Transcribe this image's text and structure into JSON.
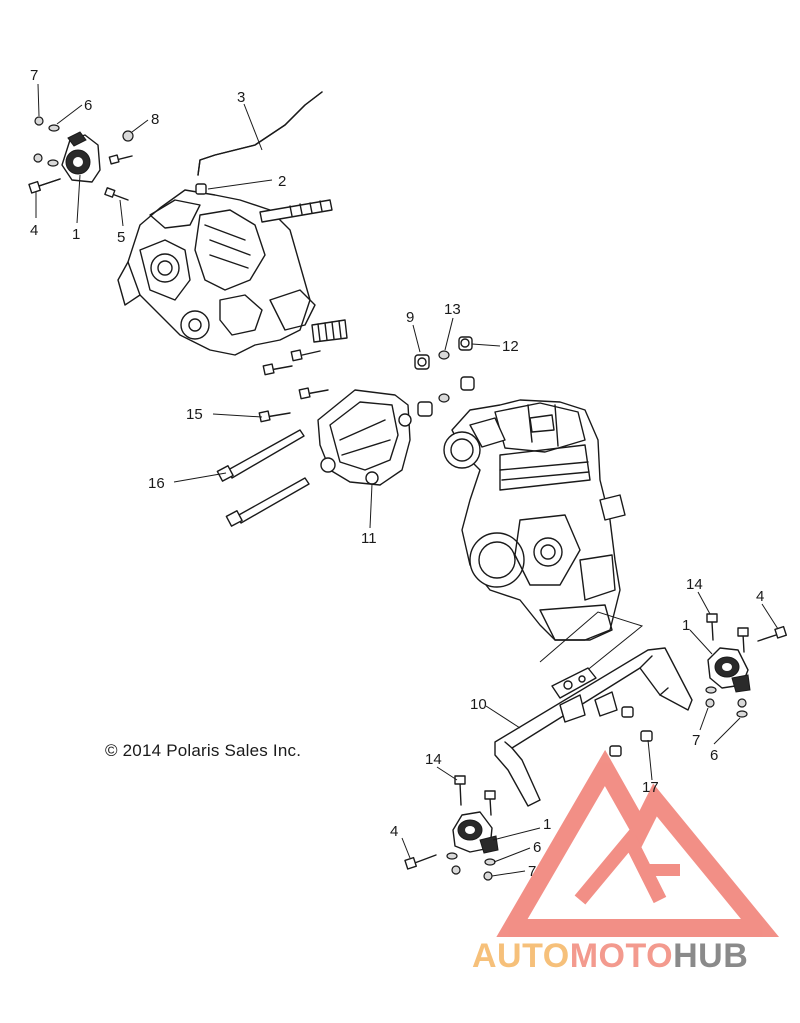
{
  "copyright": "© 2014 Polaris Sales Inc.",
  "watermark": {
    "part1": "AUTO",
    "part2": "MOTO",
    "part3": "HUB",
    "color_auto": "#f6c07a",
    "color_moto": "#f39a8e",
    "color_hub": "#8a8a8a",
    "logo_color": "#f07c72"
  },
  "callouts": [
    {
      "id": "c7a",
      "label": "7"
    },
    {
      "id": "c6a",
      "label": "6"
    },
    {
      "id": "c3",
      "label": "3"
    },
    {
      "id": "c8",
      "label": "8"
    },
    {
      "id": "c2",
      "label": "2"
    },
    {
      "id": "c4a",
      "label": "4"
    },
    {
      "id": "c1a",
      "label": "1"
    },
    {
      "id": "c5",
      "label": "5"
    },
    {
      "id": "c9",
      "label": "9"
    },
    {
      "id": "c13",
      "label": "13"
    },
    {
      "id": "c12",
      "label": "12"
    },
    {
      "id": "c15",
      "label": "15"
    },
    {
      "id": "c16",
      "label": "16"
    },
    {
      "id": "c11",
      "label": "11"
    },
    {
      "id": "c14a",
      "label": "14"
    },
    {
      "id": "c4b",
      "label": "4"
    },
    {
      "id": "c1b",
      "label": "1"
    },
    {
      "id": "c10",
      "label": "10"
    },
    {
      "id": "c7b",
      "label": "7"
    },
    {
      "id": "c6b",
      "label": "6"
    },
    {
      "id": "c14b",
      "label": "14"
    },
    {
      "id": "c17",
      "label": "17"
    },
    {
      "id": "c1c",
      "label": "1"
    },
    {
      "id": "c4c",
      "label": "4"
    },
    {
      "id": "c6c",
      "label": "6"
    },
    {
      "id": "c7c",
      "label": "7"
    }
  ]
}
